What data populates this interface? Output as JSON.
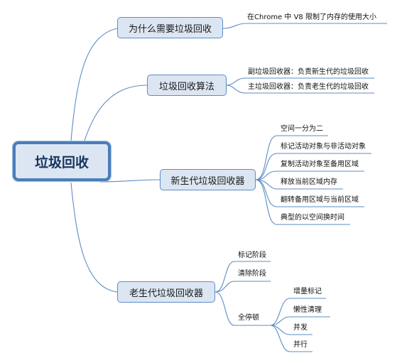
{
  "root": {
    "label": "垃圾回收"
  },
  "branches": [
    {
      "label": "为什么需要垃圾回收",
      "children": [
        "在Chrome 中 V8 限制了内存的使用大小"
      ]
    },
    {
      "label": "垃圾回收算法",
      "children": [
        "副垃圾回收器：负责新生代的垃圾回收",
        "主垃圾回收器：负责老生代的垃圾回收"
      ]
    },
    {
      "label": "新生代垃圾回收器",
      "children": [
        "空间一分为二",
        "标记活动对象与非活动对象",
        "复制活动对象至备用区域",
        "释放当前区域内存",
        "翻转备用区域与当前区域",
        "典型的以空间换时间"
      ]
    },
    {
      "label": "老生代垃圾回收器",
      "children": [
        "标记阶段",
        "清除阶段",
        "全停顿"
      ],
      "sub": {
        "parent": "全停顿",
        "children": [
          "增量标记",
          "懒性清理",
          "并发",
          "并行"
        ]
      }
    }
  ],
  "colors": {
    "link": "#5b8cc6",
    "node_fill": "#dce6f2",
    "node_border": "#5b8cc6",
    "root_border": "#4a7ebb"
  }
}
